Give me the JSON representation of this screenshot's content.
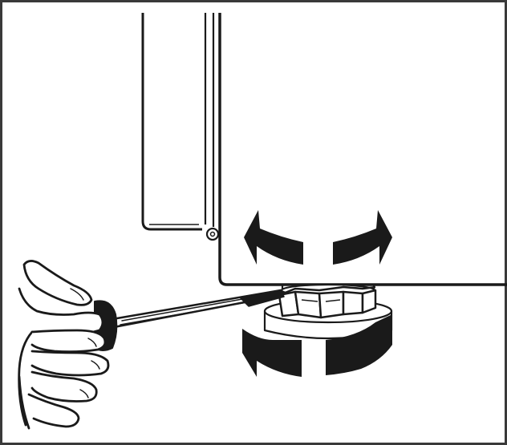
{
  "figure": {
    "colors": {
      "ink": "#1a1a1a",
      "paper": "#ffffff",
      "frame": "#3a3a3a"
    },
    "elements": [
      "appliance-corner",
      "adjustable-foot",
      "lock-nut",
      "screwdriver",
      "hand",
      "rotation-arrows"
    ]
  }
}
